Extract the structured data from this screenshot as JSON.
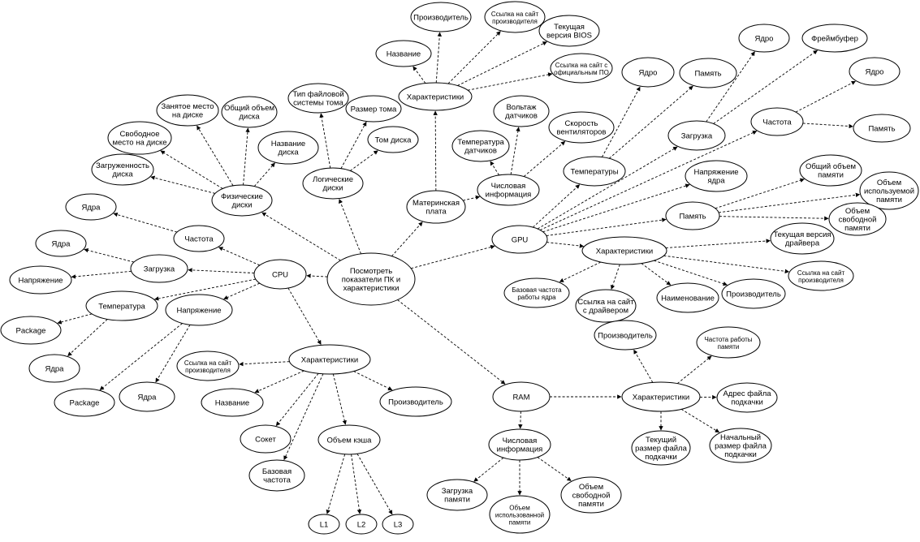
{
  "colors": {
    "stroke": "#000000",
    "background": "#ffffff"
  },
  "nodes": [
    {
      "id": "root",
      "lines": [
        "Посмотреть",
        "показатели ПК и",
        "характеристики"
      ]
    },
    {
      "id": "cpu",
      "lines": [
        "CPU"
      ]
    },
    {
      "id": "cpu_freq",
      "lines": [
        "Частота"
      ]
    },
    {
      "id": "cpu_freq_cores",
      "lines": [
        "Ядра"
      ]
    },
    {
      "id": "cpu_load",
      "lines": [
        "Загрузка"
      ]
    },
    {
      "id": "cpu_load_cores",
      "lines": [
        "Ядра"
      ]
    },
    {
      "id": "cpu_load_volt",
      "lines": [
        "Напряжение"
      ]
    },
    {
      "id": "cpu_temp",
      "lines": [
        "Температура"
      ]
    },
    {
      "id": "cpu_temp_pkg",
      "lines": [
        "Package"
      ]
    },
    {
      "id": "cpu_temp_cores",
      "lines": [
        "Ядра"
      ]
    },
    {
      "id": "cpu_volt",
      "lines": [
        "Напряжение"
      ]
    },
    {
      "id": "cpu_volt_pkg",
      "lines": [
        "Package"
      ]
    },
    {
      "id": "cpu_volt_cores",
      "lines": [
        "Ядра"
      ]
    },
    {
      "id": "cpu_char",
      "lines": [
        "Характеристики"
      ]
    },
    {
      "id": "cpu_char_link",
      "lines": [
        "Ссылка на сайт",
        "производителя"
      ],
      "small": true
    },
    {
      "id": "cpu_char_name",
      "lines": [
        "Название"
      ]
    },
    {
      "id": "cpu_char_mfr",
      "lines": [
        "Производитель"
      ]
    },
    {
      "id": "cpu_char_socket",
      "lines": [
        "Сокет"
      ]
    },
    {
      "id": "cpu_char_basefreq",
      "lines": [
        "Базовая",
        "частота"
      ]
    },
    {
      "id": "cpu_char_cache",
      "lines": [
        "Объем кэша"
      ]
    },
    {
      "id": "cpu_cache_l1",
      "lines": [
        "L1"
      ]
    },
    {
      "id": "cpu_cache_l2",
      "lines": [
        "L2"
      ]
    },
    {
      "id": "cpu_cache_l3",
      "lines": [
        "L3"
      ]
    },
    {
      "id": "disks",
      "lines": [
        "Физические",
        "диски"
      ]
    },
    {
      "id": "disk_used",
      "lines": [
        "Занятое место",
        "на диске"
      ]
    },
    {
      "id": "disk_total",
      "lines": [
        "Общий объем",
        "диска"
      ]
    },
    {
      "id": "disk_free",
      "lines": [
        "Свободное",
        "место на диске"
      ]
    },
    {
      "id": "disk_name",
      "lines": [
        "Название",
        "диска"
      ]
    },
    {
      "id": "disk_load",
      "lines": [
        "Загруженность",
        "диска"
      ]
    },
    {
      "id": "logical",
      "lines": [
        "Логические",
        "диски"
      ]
    },
    {
      "id": "log_fs",
      "lines": [
        "Тип файловой",
        "системы тома"
      ]
    },
    {
      "id": "log_size",
      "lines": [
        "Размер тома"
      ]
    },
    {
      "id": "log_vol",
      "lines": [
        "Том диска"
      ]
    },
    {
      "id": "mb",
      "lines": [
        "Материнская",
        "плата"
      ]
    },
    {
      "id": "mb_char",
      "lines": [
        "Характеристики"
      ]
    },
    {
      "id": "mb_mfr",
      "lines": [
        "Производитель"
      ]
    },
    {
      "id": "mb_name",
      "lines": [
        "Название"
      ]
    },
    {
      "id": "mb_link",
      "lines": [
        "Ссылка на сайт",
        "производителя"
      ],
      "small": true
    },
    {
      "id": "mb_bios",
      "lines": [
        "Текущая",
        "версия BIOS"
      ]
    },
    {
      "id": "mb_soft",
      "lines": [
        "Ссылка на сайт с",
        "официальным ПО"
      ],
      "small": true
    },
    {
      "id": "mb_num",
      "lines": [
        "Числовая",
        "информация"
      ]
    },
    {
      "id": "mb_volt",
      "lines": [
        "Вольтаж",
        "датчиков"
      ]
    },
    {
      "id": "mb_temp",
      "lines": [
        "Температура",
        "датчиков"
      ]
    },
    {
      "id": "mb_fans",
      "lines": [
        "Скорость",
        "вентиляторов"
      ]
    },
    {
      "id": "gpu",
      "lines": [
        "GPU"
      ]
    },
    {
      "id": "gpu_temps",
      "lines": [
        "Температуры"
      ]
    },
    {
      "id": "gpu_temps_core",
      "lines": [
        "Ядро"
      ]
    },
    {
      "id": "gpu_temps_mem",
      "lines": [
        "Память"
      ]
    },
    {
      "id": "gpu_load",
      "lines": [
        "Загрузка"
      ]
    },
    {
      "id": "gpu_load_core",
      "lines": [
        "Ядро"
      ]
    },
    {
      "id": "gpu_load_fb",
      "lines": [
        "Фреймбуфер"
      ]
    },
    {
      "id": "gpu_freq",
      "lines": [
        "Частота"
      ]
    },
    {
      "id": "gpu_freq_core",
      "lines": [
        "Ядро"
      ]
    },
    {
      "id": "gpu_freq_mem",
      "lines": [
        "Память"
      ]
    },
    {
      "id": "gpu_volt",
      "lines": [
        "Напряжение",
        "ядра"
      ]
    },
    {
      "id": "gpu_mem",
      "lines": [
        "Память"
      ]
    },
    {
      "id": "gpu_mem_total",
      "lines": [
        "Общий объем",
        "памяти"
      ]
    },
    {
      "id": "gpu_mem_used",
      "lines": [
        "Объем",
        "используемой",
        "памяти"
      ]
    },
    {
      "id": "gpu_mem_free",
      "lines": [
        "Объем",
        "свободной",
        "памяти"
      ]
    },
    {
      "id": "gpu_char",
      "lines": [
        "Характеристики"
      ]
    },
    {
      "id": "gpu_drv",
      "lines": [
        "Текущая версия",
        "драйвера"
      ]
    },
    {
      "id": "gpu_link",
      "lines": [
        "Ссылка на сайт",
        "производителя"
      ],
      "small": true
    },
    {
      "id": "gpu_mfr",
      "lines": [
        "Производитель"
      ]
    },
    {
      "id": "gpu_name",
      "lines": [
        "Наименование"
      ]
    },
    {
      "id": "gpu_drvlink",
      "lines": [
        "Ссылка на сайт",
        "с драйвером"
      ]
    },
    {
      "id": "gpu_basefreq",
      "lines": [
        "Базовая частота",
        "работы ядра"
      ],
      "small": true
    },
    {
      "id": "ram",
      "lines": [
        "RAM"
      ]
    },
    {
      "id": "ram_char",
      "lines": [
        "Характеристики"
      ]
    },
    {
      "id": "ram_mfr",
      "lines": [
        "Производитель"
      ]
    },
    {
      "id": "ram_freq",
      "lines": [
        "Частота работы",
        "памяти"
      ],
      "small": true
    },
    {
      "id": "ram_swap",
      "lines": [
        "Адрес файла",
        "подкачки"
      ]
    },
    {
      "id": "ram_init",
      "lines": [
        "Начальный",
        "размер файла",
        "подкачки"
      ]
    },
    {
      "id": "ram_cur",
      "lines": [
        "Текущий",
        "размер файла",
        "подкачки"
      ]
    },
    {
      "id": "ram_num",
      "lines": [
        "Числовая",
        "информация"
      ]
    },
    {
      "id": "ram_load",
      "lines": [
        "Загрузка",
        "памяти"
      ]
    },
    {
      "id": "ram_used",
      "lines": [
        "Объем",
        "использованной",
        "памяти"
      ],
      "small": true
    },
    {
      "id": "ram_free",
      "lines": [
        "Объем",
        "свободной",
        "памяти"
      ]
    }
  ],
  "edges": [
    [
      "root",
      "cpu"
    ],
    [
      "root",
      "disks"
    ],
    [
      "root",
      "logical"
    ],
    [
      "root",
      "mb"
    ],
    [
      "root",
      "gpu"
    ],
    [
      "root",
      "ram"
    ],
    [
      "cpu",
      "cpu_freq"
    ],
    [
      "cpu",
      "cpu_load"
    ],
    [
      "cpu",
      "cpu_temp"
    ],
    [
      "cpu",
      "cpu_volt"
    ],
    [
      "cpu",
      "cpu_char"
    ],
    [
      "cpu_freq",
      "cpu_freq_cores"
    ],
    [
      "cpu_load",
      "cpu_load_cores"
    ],
    [
      "cpu_load",
      "cpu_load_volt"
    ],
    [
      "cpu_temp",
      "cpu_temp_pkg"
    ],
    [
      "cpu_temp",
      "cpu_temp_cores"
    ],
    [
      "cpu_volt",
      "cpu_volt_pkg"
    ],
    [
      "cpu_volt",
      "cpu_volt_cores"
    ],
    [
      "cpu_char",
      "cpu_char_link"
    ],
    [
      "cpu_char",
      "cpu_char_name"
    ],
    [
      "cpu_char",
      "cpu_char_mfr"
    ],
    [
      "cpu_char",
      "cpu_char_socket"
    ],
    [
      "cpu_char",
      "cpu_char_basefreq"
    ],
    [
      "cpu_char",
      "cpu_char_cache"
    ],
    [
      "cpu_char_cache",
      "cpu_cache_l1"
    ],
    [
      "cpu_char_cache",
      "cpu_cache_l2"
    ],
    [
      "cpu_char_cache",
      "cpu_cache_l3"
    ],
    [
      "disks",
      "disk_used"
    ],
    [
      "disks",
      "disk_total"
    ],
    [
      "disks",
      "disk_free"
    ],
    [
      "disks",
      "disk_name"
    ],
    [
      "disks",
      "disk_load"
    ],
    [
      "logical",
      "log_fs"
    ],
    [
      "logical",
      "log_size"
    ],
    [
      "logical",
      "log_vol"
    ],
    [
      "mb",
      "mb_char"
    ],
    [
      "mb",
      "mb_num"
    ],
    [
      "mb_char",
      "mb_mfr"
    ],
    [
      "mb_char",
      "mb_name"
    ],
    [
      "mb_char",
      "mb_link"
    ],
    [
      "mb_char",
      "mb_bios"
    ],
    [
      "mb_char",
      "mb_soft"
    ],
    [
      "mb_num",
      "mb_volt"
    ],
    [
      "mb_num",
      "mb_temp"
    ],
    [
      "mb_num",
      "mb_fans"
    ],
    [
      "gpu",
      "gpu_temps"
    ],
    [
      "gpu",
      "gpu_load"
    ],
    [
      "gpu",
      "gpu_freq"
    ],
    [
      "gpu",
      "gpu_volt"
    ],
    [
      "gpu",
      "gpu_mem"
    ],
    [
      "gpu",
      "gpu_char"
    ],
    [
      "gpu_temps",
      "gpu_temps_core"
    ],
    [
      "gpu_temps",
      "gpu_temps_mem"
    ],
    [
      "gpu_load",
      "gpu_load_core"
    ],
    [
      "gpu_load",
      "gpu_load_fb"
    ],
    [
      "gpu_freq",
      "gpu_freq_core"
    ],
    [
      "gpu_freq",
      "gpu_freq_mem"
    ],
    [
      "gpu_mem",
      "gpu_mem_total"
    ],
    [
      "gpu_mem",
      "gpu_mem_used"
    ],
    [
      "gpu_mem",
      "gpu_mem_free"
    ],
    [
      "gpu_char",
      "gpu_drv"
    ],
    [
      "gpu_char",
      "gpu_link"
    ],
    [
      "gpu_char",
      "gpu_mfr"
    ],
    [
      "gpu_char",
      "gpu_name"
    ],
    [
      "gpu_char",
      "gpu_drvlink"
    ],
    [
      "gpu_char",
      "gpu_basefreq"
    ],
    [
      "ram",
      "ram_char"
    ],
    [
      "ram",
      "ram_num"
    ],
    [
      "ram_char",
      "ram_mfr"
    ],
    [
      "ram_char",
      "ram_freq"
    ],
    [
      "ram_char",
      "ram_swap"
    ],
    [
      "ram_char",
      "ram_init"
    ],
    [
      "ram_char",
      "ram_cur"
    ],
    [
      "ram_num",
      "ram_load"
    ],
    [
      "ram_num",
      "ram_used"
    ],
    [
      "ram_num",
      "ram_free"
    ]
  ]
}
